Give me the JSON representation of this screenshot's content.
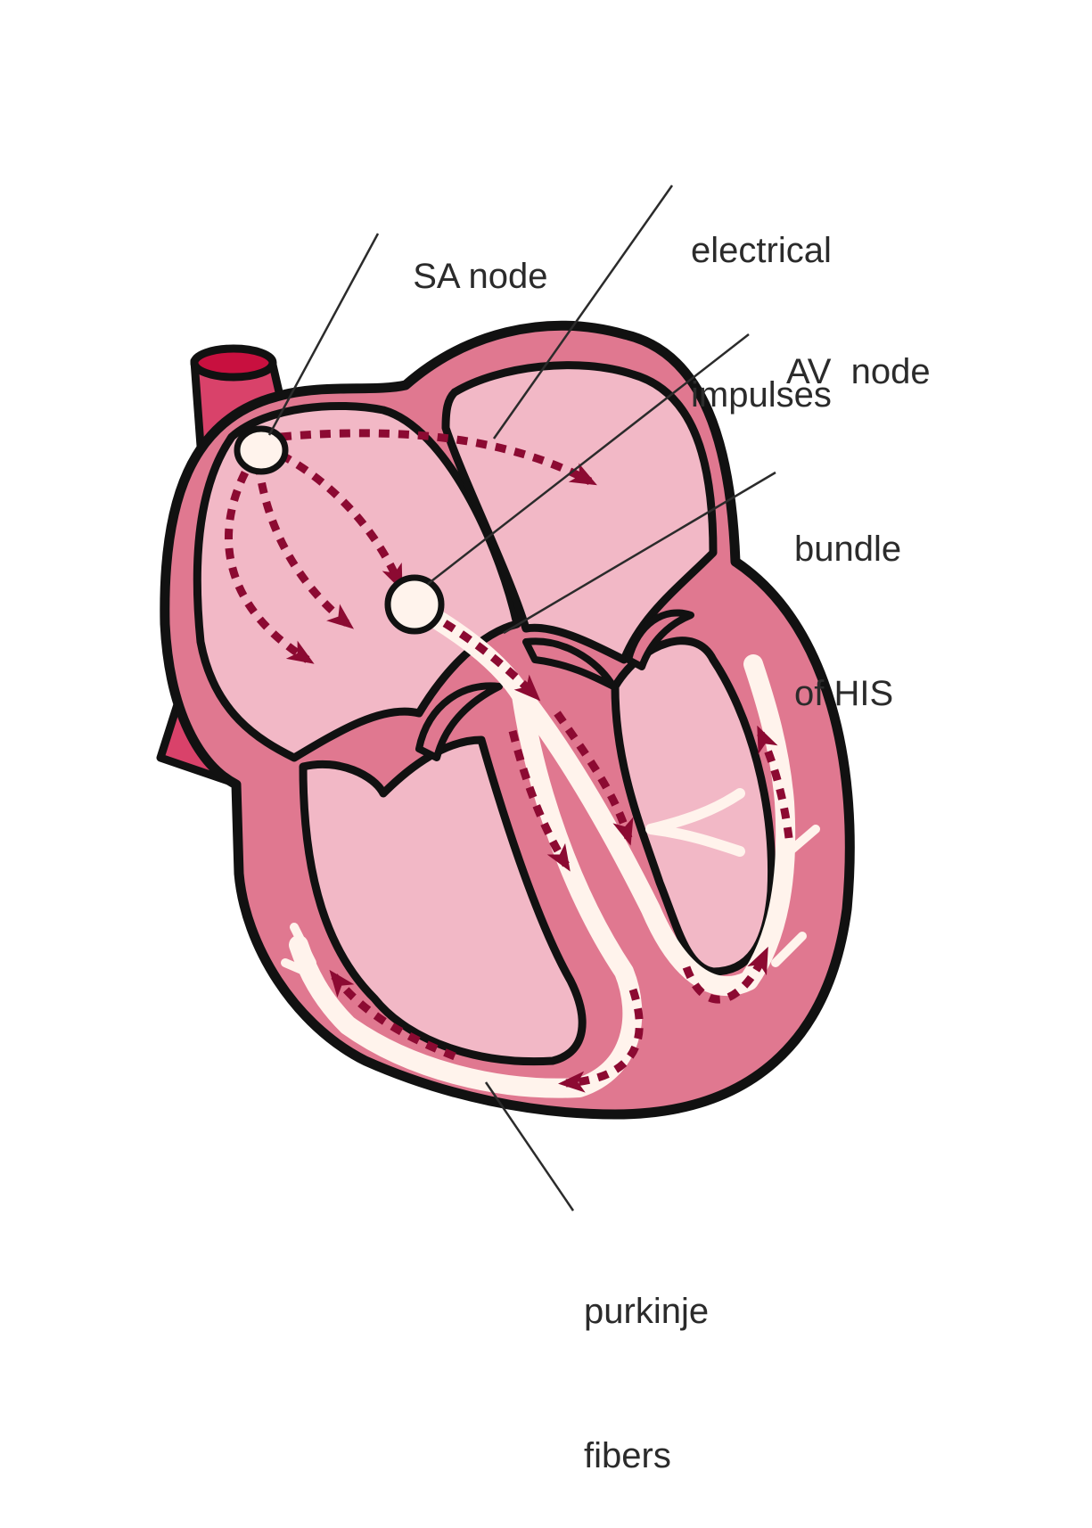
{
  "labels": {
    "sa_node": "SA node",
    "electrical_impulses_line1": "electrical",
    "electrical_impulses_line2": "impulses",
    "av_node": "AV  node",
    "bundle_of_his_line1": "bundle",
    "bundle_of_his_line2": "of HIS",
    "purkinje_fibers_line1": "purkinje",
    "purkinje_fibers_line2": "fibers"
  },
  "colors": {
    "outline": "#111111",
    "wall": "#e07890",
    "chamber": "#f2b8c6",
    "vessel_top": "#c8103f",
    "vessel": "#d9426a",
    "conduction": "#fff3ec",
    "impulse": "#8c0a32",
    "leader_line": "#2b2b2b"
  }
}
